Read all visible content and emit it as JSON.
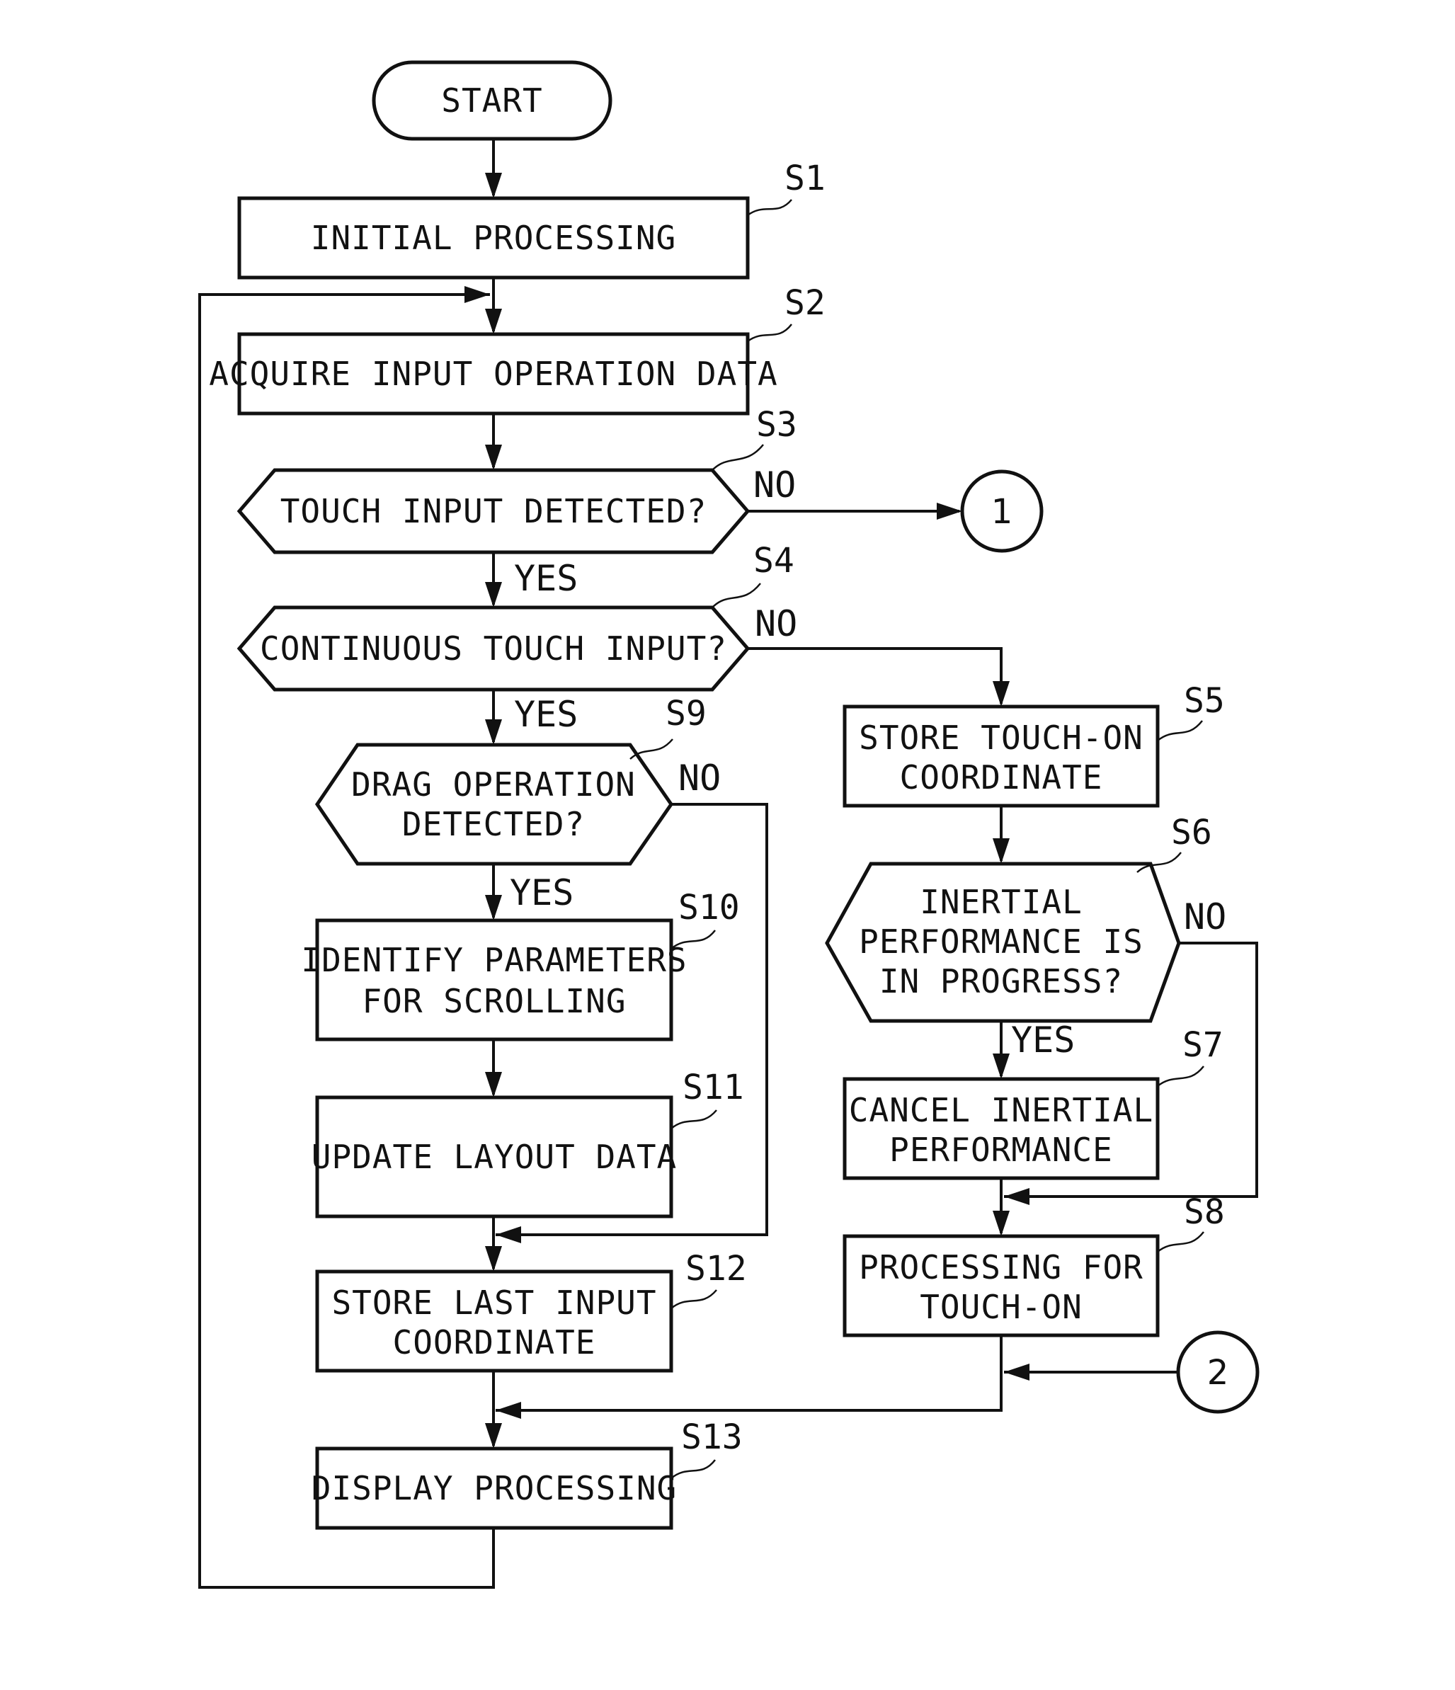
{
  "nodes": {
    "start": {
      "lines": [
        "START"
      ]
    },
    "s1": {
      "step": "S1",
      "lines": [
        "INITIAL PROCESSING"
      ]
    },
    "s2": {
      "step": "S2",
      "lines": [
        "ACQUIRE INPUT OPERATION DATA"
      ]
    },
    "s3": {
      "step": "S3",
      "lines": [
        "TOUCH INPUT DETECTED?"
      ]
    },
    "s4": {
      "step": "S4",
      "lines": [
        "CONTINUOUS TOUCH INPUT?"
      ]
    },
    "s5": {
      "step": "S5",
      "lines": [
        "STORE TOUCH-ON",
        "COORDINATE"
      ]
    },
    "s6": {
      "step": "S6",
      "lines": [
        "INERTIAL",
        "PERFORMANCE IS",
        "IN PROGRESS?"
      ]
    },
    "s7": {
      "step": "S7",
      "lines": [
        "CANCEL INERTIAL",
        "PERFORMANCE"
      ]
    },
    "s8": {
      "step": "S8",
      "lines": [
        "PROCESSING FOR",
        "TOUCH-ON"
      ]
    },
    "s9": {
      "step": "S9",
      "lines": [
        "DRAG OPERATION",
        "DETECTED?"
      ]
    },
    "s10": {
      "step": "S10",
      "lines": [
        "IDENTIFY PARAMETERS",
        "FOR SCROLLING"
      ]
    },
    "s11": {
      "step": "S11",
      "lines": [
        "UPDATE LAYOUT DATA"
      ]
    },
    "s12": {
      "step": "S12",
      "lines": [
        "STORE LAST INPUT",
        "COORDINATE"
      ]
    },
    "s13": {
      "step": "S13",
      "lines": [
        "DISPLAY PROCESSING"
      ]
    }
  },
  "branches": {
    "s3_no": "NO",
    "s3_yes": "YES",
    "s4_no": "NO",
    "s4_yes": "YES",
    "s9_no": "NO",
    "s9_yes": "YES",
    "s6_no": "NO",
    "s6_yes": "YES"
  },
  "connectors": {
    "c1": "1",
    "c2": "2"
  }
}
